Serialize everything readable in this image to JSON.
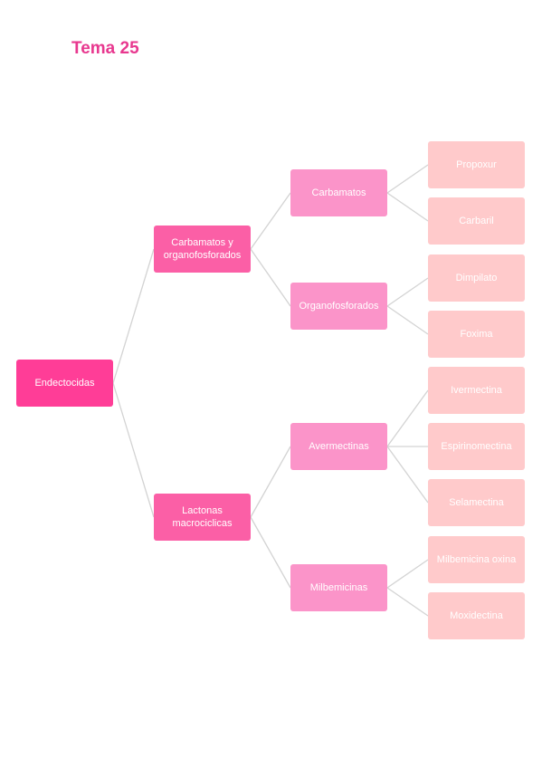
{
  "title": "Tema 25",
  "tree": {
    "root": "Endectocidas",
    "groups": [
      {
        "label": "Carbamatos y organofosforados",
        "subgroups": [
          {
            "label": "Carbamatos",
            "items": [
              "Propoxur",
              "Carbaril"
            ]
          },
          {
            "label": "Organofosforados",
            "items": [
              "Dimpilato",
              "Foxima"
            ]
          }
        ]
      },
      {
        "label": "Lactonas macrociclicas",
        "subgroups": [
          {
            "label": "Avermectinas",
            "items": [
              "Ivermectina",
              "Espirinomectina",
              "Selamectina"
            ]
          },
          {
            "label": "Milbemicinas",
            "items": [
              "Milbemicina oxina",
              "Moxidectina"
            ]
          }
        ]
      }
    ]
  },
  "colors": {
    "title": "#e8388f",
    "level0": "#ff3d97",
    "level1": "#fb5fa6",
    "level2": "#fb94c9",
    "level3": "#ffcacb",
    "connector": "#d3d3d3"
  }
}
